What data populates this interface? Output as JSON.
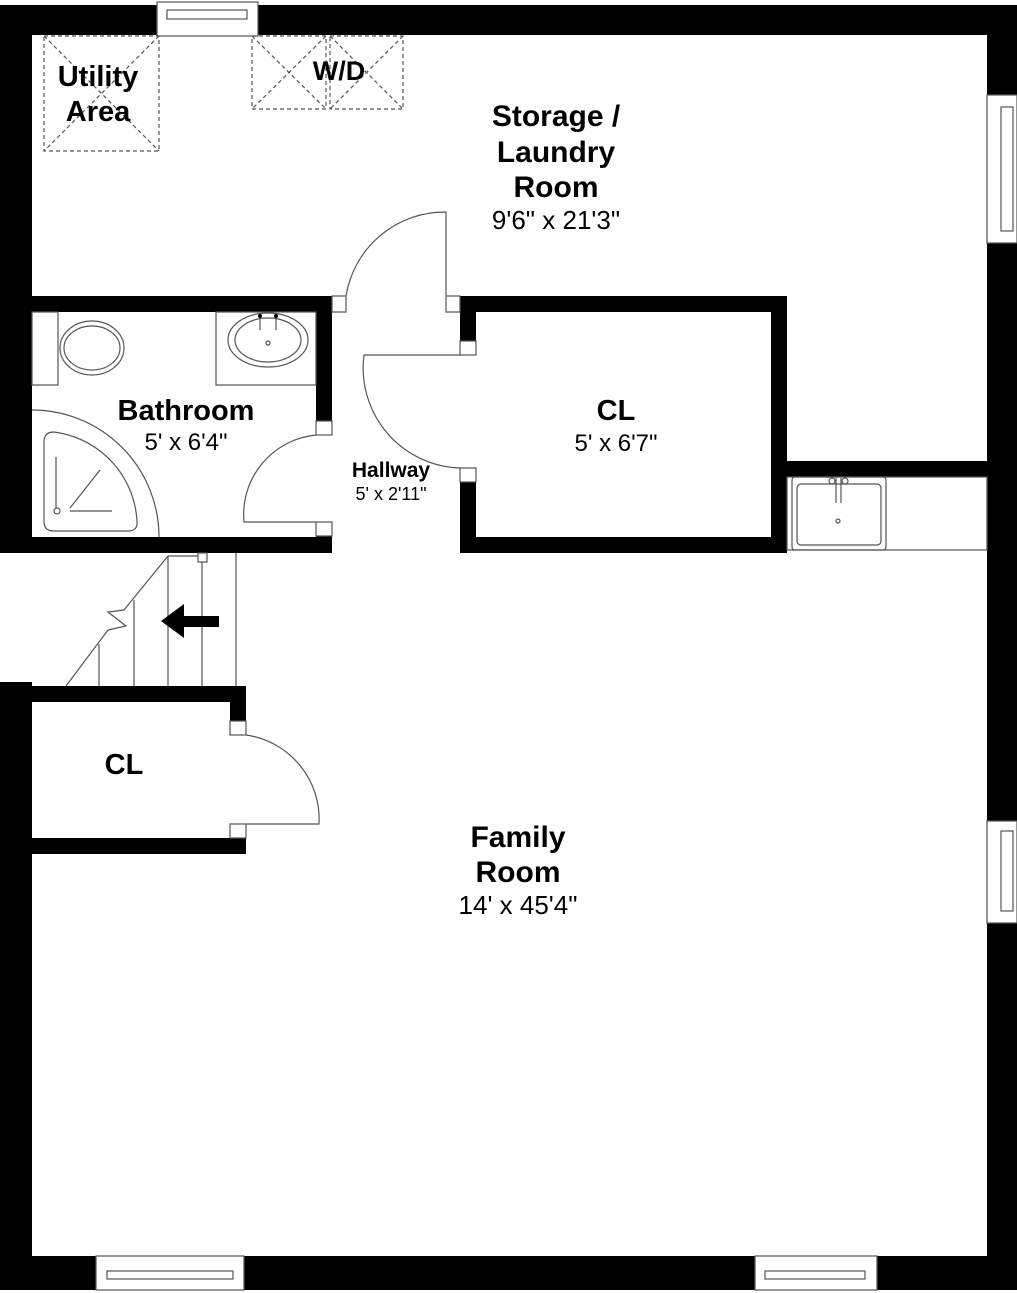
{
  "plan": {
    "rooms": [
      {
        "id": "utility",
        "name_lines": [
          "Utility",
          "Area"
        ],
        "dimensions": ""
      },
      {
        "id": "wd",
        "name_lines": [
          "W/D"
        ],
        "dimensions": ""
      },
      {
        "id": "storage",
        "name_lines": [
          "Storage /",
          "Laundry",
          "Room"
        ],
        "dimensions": "9'6\" x 21'3\""
      },
      {
        "id": "bathroom",
        "name_lines": [
          "Bathroom"
        ],
        "dimensions": "5' x 6'4\""
      },
      {
        "id": "hallway",
        "name_lines": [
          "Hallway"
        ],
        "dimensions": "5' x 2'11\""
      },
      {
        "id": "closet_center",
        "name_lines": [
          "CL"
        ],
        "dimensions": "5' x 6'7\""
      },
      {
        "id": "closet_left",
        "name_lines": [
          "CL"
        ],
        "dimensions": ""
      },
      {
        "id": "family",
        "name_lines": [
          "Family",
          "Room"
        ],
        "dimensions": "14' x 45'4\""
      }
    ],
    "icons": [
      "toilet-icon",
      "bathroom-sink-icon",
      "corner-shower-icon",
      "utility-sink-icon",
      "stairs-icon",
      "stair-direction-arrow-icon",
      "door-swing-icon",
      "window-icon"
    ],
    "colors": {
      "wall": "#000000",
      "fixture_line": "#555555",
      "background": "#ffffff"
    }
  }
}
